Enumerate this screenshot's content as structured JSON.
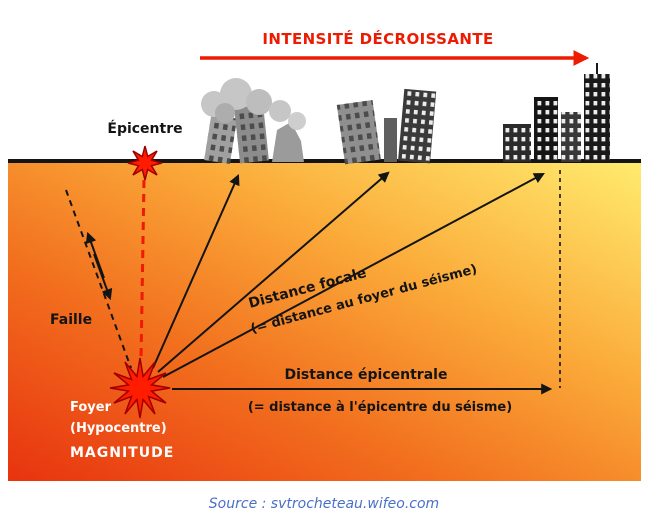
{
  "header": {
    "title": "INTENSITÉ DÉCROISSANTE"
  },
  "surface": {
    "epicentre": "Épicentre"
  },
  "fault": {
    "label": "Faille"
  },
  "focus": {
    "name": "Foyer",
    "alt": "(Hypocentre)",
    "magnitude": "MAGNITUDE"
  },
  "distances": {
    "focal": "Distance focale",
    "focal_note": "(= distance au foyer du séisme)",
    "epicentral": "Distance épicentrale",
    "epicentral_note": "(= distance à l'épicentre du séisme)"
  },
  "footer": {
    "source": "Source : svtrocheteau.wifeo.com"
  },
  "colors": {
    "accent_red": "#ec1b02",
    "star_fill": "#ff1c00",
    "star_stroke": "#9e0000",
    "text_black": "#141414",
    "focus_text": "#ffffff",
    "source_blue": "#4a6fc9",
    "soil_gradient": [
      "#e8330f",
      "#f2701e",
      "#fbab3a",
      "#ffeb6e"
    ]
  }
}
